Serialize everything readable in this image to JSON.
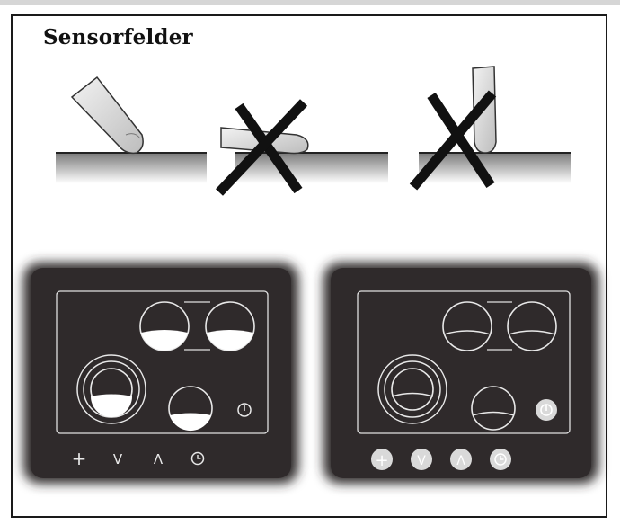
{
  "title": "Sensorfelder",
  "illustrations": {
    "touch_correct": "finger-tip-touch",
    "touch_wrong_flat": "finger-flat-touch",
    "touch_wrong_side": "finger-side-touch",
    "wrong_mark_icon": "cross-icon"
  },
  "panels": [
    {
      "name": "cooktop-panel-unlit",
      "symbols": [
        "+",
        "V",
        "Λ",
        "◷"
      ],
      "power_symbol": "⏻"
    },
    {
      "name": "cooktop-panel-lit",
      "symbols": [
        "+",
        "V",
        "Λ",
        "◷"
      ],
      "power_symbol": "⏻"
    }
  ],
  "colors": {
    "panel": "#2f2a2b",
    "line": "#e8e8e8",
    "ink": "#111111"
  }
}
